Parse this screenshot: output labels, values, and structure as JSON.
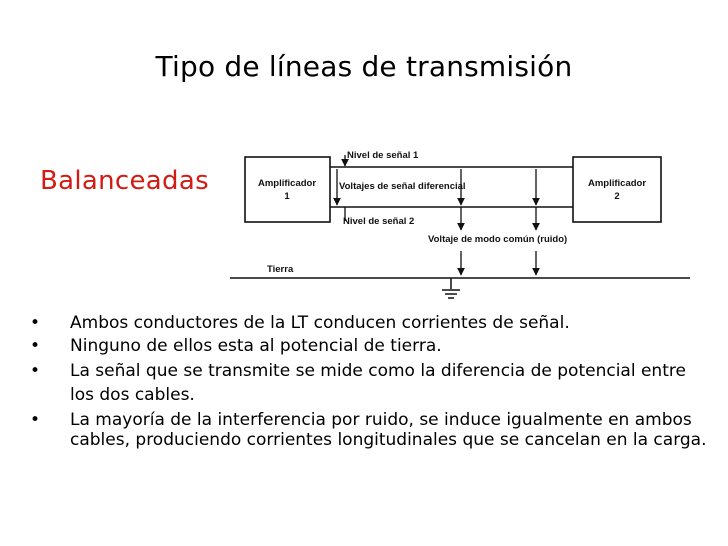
{
  "slide": {
    "title": "Tipo de líneas de transmisión",
    "subtitle": "Balanceadas"
  },
  "diagram": {
    "amp1_line1": "Amplificador",
    "amp1_line2": "1",
    "amp2_line1": "Amplificador",
    "amp2_line2": "2",
    "level1": "Nivel de señal 1",
    "differential": "Voltajes de señal diferencial",
    "level2": "Nivel de señal 2",
    "common_mode": "Voltaje de modo común (ruido)",
    "ground": "Tierra"
  },
  "bullets": [
    {
      "glyph": "•",
      "text": "Ambos conductores de la LT conducen corrientes de señal."
    },
    {
      "glyph": "•",
      "text": "Ninguno de ellos esta al potencial de tierra."
    },
    {
      "glyph": "•",
      "text": "La señal que se transmite se mide como la diferencia de potencial entre los dos cables."
    },
    {
      "glyph": "•",
      "text": "La mayoría de la interferencia por ruido, se induce igualmente en ambos cables, produciendo corrientes longitudinales que se cancelan en la carga."
    }
  ]
}
